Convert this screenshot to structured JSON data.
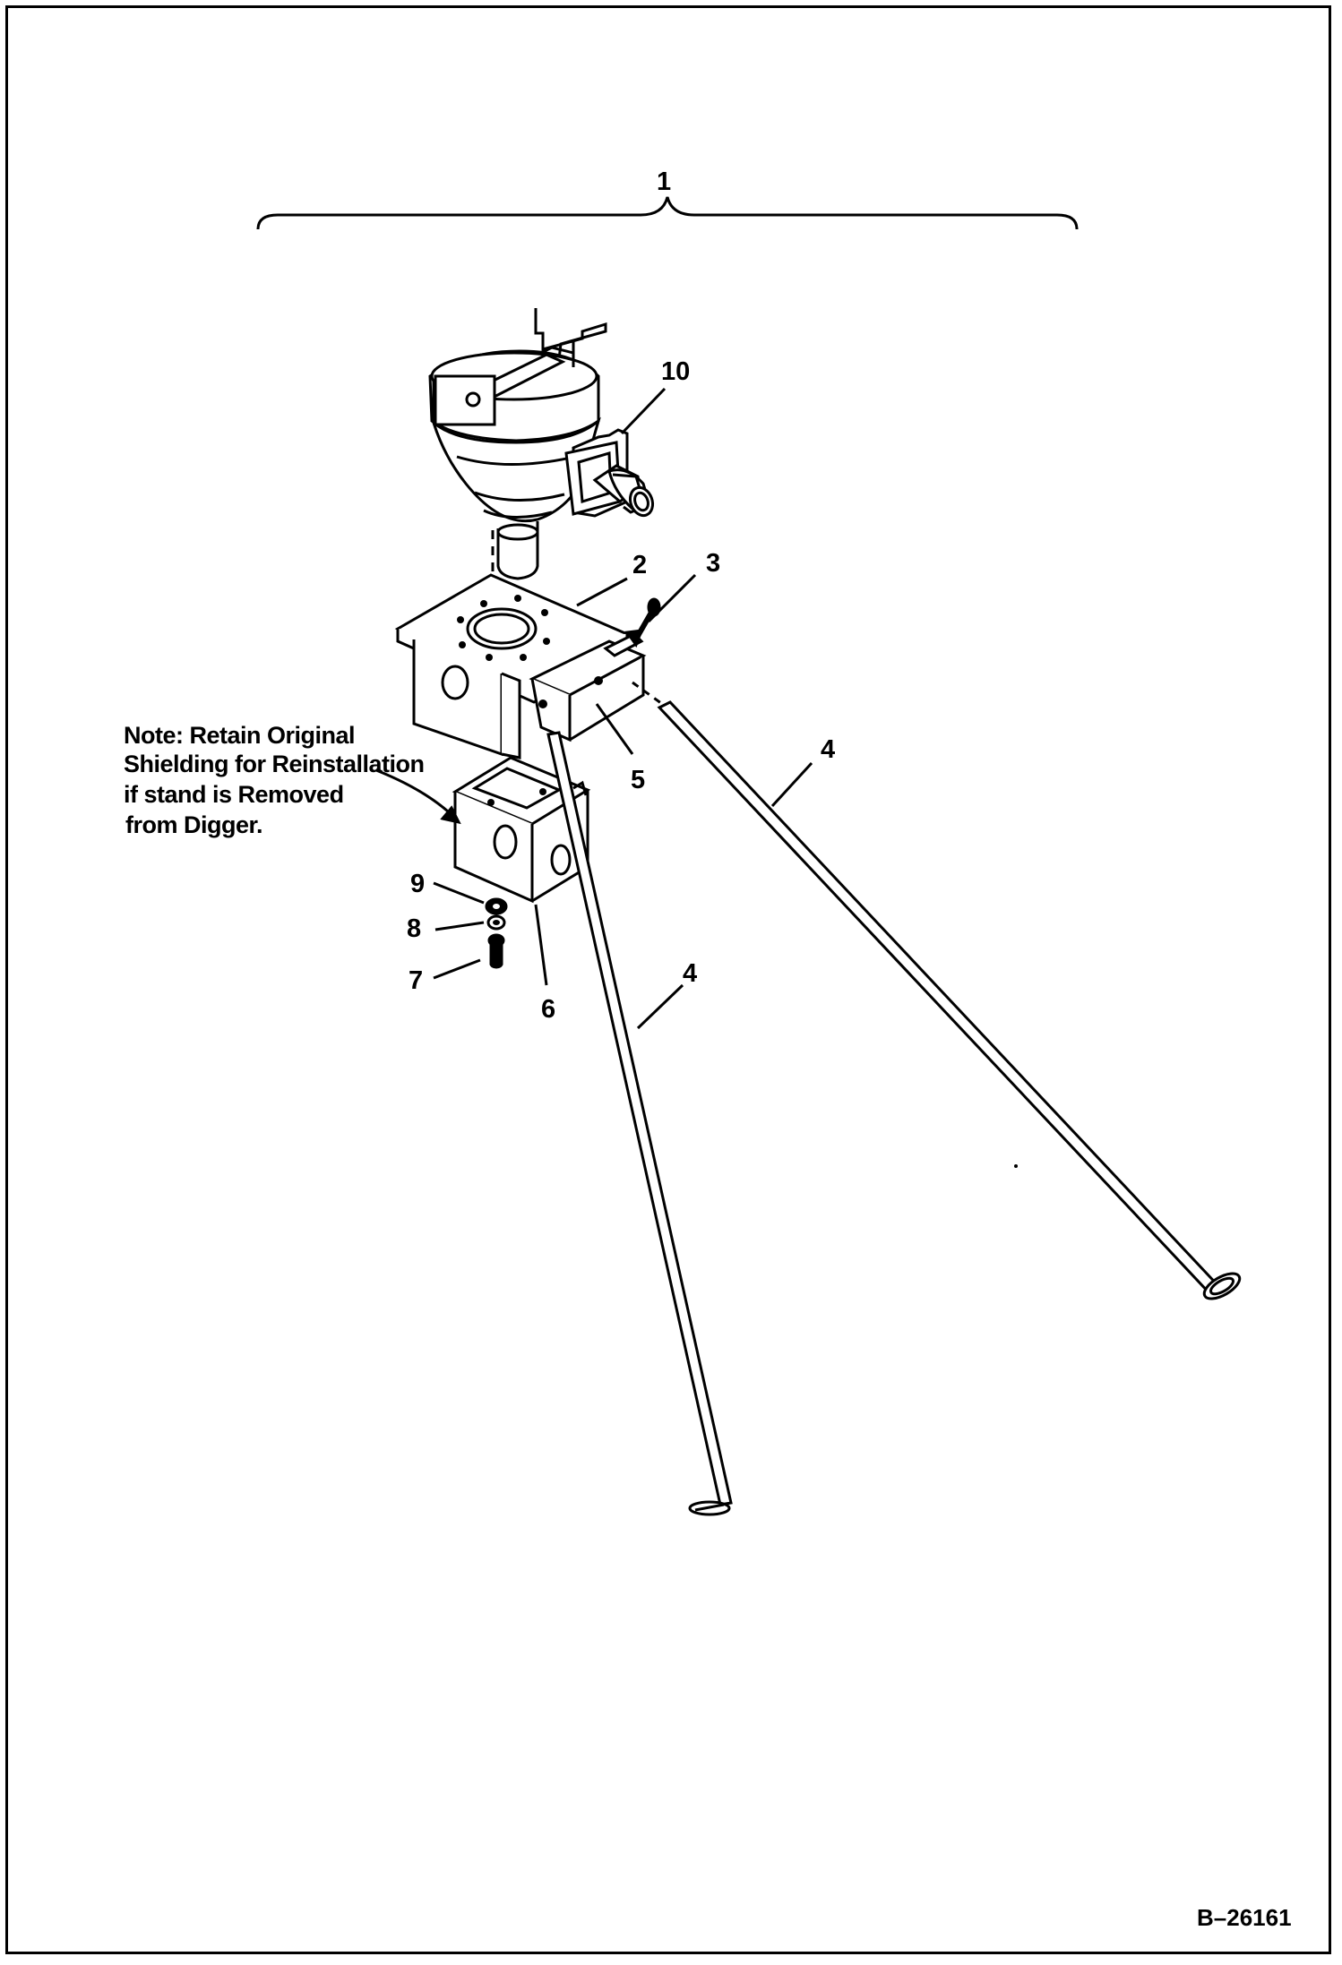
{
  "diagram": {
    "callouts": {
      "assembly": "1",
      "mount_plate": "2",
      "bolt_top": "3",
      "leg_right": "4",
      "leg_front": "4",
      "pin": "5",
      "shield_block": "6",
      "bolt": "7",
      "lock_washer": "8",
      "flat_washer": "9",
      "gearbox": "10"
    },
    "note_lines": [
      "Note: Retain Original",
      "Shielding for Reinstallation",
      "if stand is Removed",
      "from Digger."
    ],
    "reference_number": "B–26161"
  }
}
